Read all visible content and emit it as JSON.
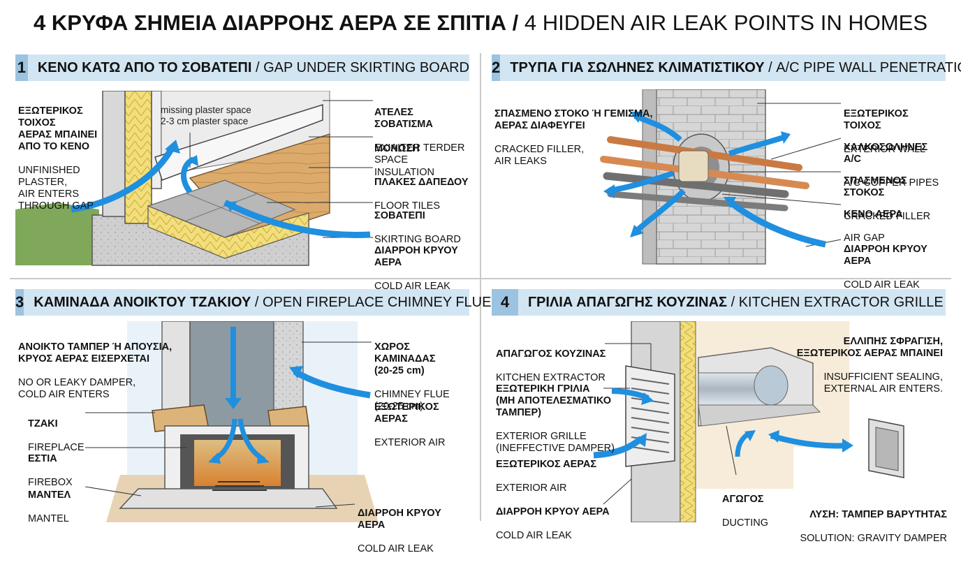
{
  "title": {
    "greek": "4 ΚΡΥΦΑ ΣΗΜΕΙΑ ΔΙΑΡΡΟΗΣ ΑΕΡΑ ΣΕ ΣΠΙΤΙΑ",
    "separator": "/",
    "english": "4 HIDDEN AIR LEAK POINTS IN HOMES"
  },
  "panels": [
    {
      "number": "1",
      "title_greek": "ΚΕΝΟ ΚΑΤΩ ΑΠΟ ΤΟ ΣΟΒΑΤΕΠΙ",
      "title_english": "/ GAP UNDER SKIRTING BOARD",
      "labels": {
        "left_greek": "ΕΞΩΤΕΡΙΚΟΣ\nΤΟΙΧΟΣ\nΑΕΡΑΣ ΜΠΑΙΝΕΙ\nΑΠΟ ΤΟ ΚΕΝΟ",
        "left_english": "UNFINISHED\nPLASTER,\nAIR ENTERS\nTHROUGH GAP",
        "note": "missing plaster space\n2-3 cm plaster space",
        "r1_greek": "ΑΤΕΛΕΣ ΣΟΒΑΤΙΣΜΑ",
        "r1_english": "EXIAITER TERDER SPACE",
        "r2_greek": "ΜΟΝΩΣΗ",
        "r2_english": "INSULATION",
        "r3_greek": "ΠΛΑΚΕΣ ΔΑΠΕΔΟΥ",
        "r3_english": "FLOOR TILES",
        "r4_greek": "ΣΟΒΑΤΕΠΙ",
        "r4_english": "SKIRTING BOARD",
        "r5_greek": "ΔΙΑΡΡΟΗ ΚΡΥΟΥ ΑΕΡΑ",
        "r5_english": "COLD AIR LEAK"
      }
    },
    {
      "number": "2",
      "title_greek": "ΤΡΥΠΑ ΓΙΑ ΣΩΛΗΝΕΣ ΚΛΙΜΑΤΙΣΤΙΚΟΥ",
      "title_english": "/ A/C PIPE WALL PENETRATION",
      "labels": {
        "left_greek": "ΣΠΑΣΜΕΝΟ ΣΤΟΚΟ Ή ΓΕΜΙΣΜΑ,\nΑΕΡΑΣ ΔΙΑΦΕΥΓΕΙ",
        "left_english": "CRACKED FILLER,\nAIR LEAKS",
        "r1_greek": "ΕΞΩΤΕΡΙΚΟΣ ΤΟΙΧΟΣ",
        "r1_english": "EXTERIOR WALL",
        "r2_greek": "ΧΑΛΚΟΣΩΛΗΝΕΣ Α/C",
        "r2_english": "A/C COPPER PIPES",
        "r3_greek": "ΣΠΑΣΜΕΝΟΣ ΣΤΟΚΟΣ",
        "r3_english": "CRACKED FILLER",
        "r4_greek": "ΚΕΝΟ ΑΕΡΑ",
        "r4_english": "AIR GAP",
        "r5_greek": "ΔΙΑΡΡΟΗ ΚΡΥΟΥ ΑΕΡΑ",
        "r5_english": "COLD AIR LEAK"
      }
    },
    {
      "number": "3",
      "title_greek": "ΚΑΜΙΝΑΔΑ ΑΝΟΙΚΤΟΥ ΤΖΑΚΙΟΥ",
      "title_english": "/ OPEN FIREPLACE CHIMNEY FLUE",
      "labels": {
        "left_greek": "ΑΝΟΙΚΤΟ ΤΑΜΠΕΡ Ή ΑΠΟΥΣΙΑ,\nΚΡΥΟΣ ΑΕΡΑΣ ΕΙΣΕΡΧΕΤΑΙ",
        "left_english": "NO OR LEAKY DAMPER,\nCOLD AIR ENTERS",
        "l2_greek": "ΤΖΑΚΙ",
        "l2_english": "FIREPLACE",
        "l3_greek": "ΕΣΤΙΑ",
        "l3_english": "FIREBOX",
        "l4_greek": "ΜΑΝΤΕΛ",
        "l4_english": "MANTEL",
        "r1_greek": "ΧΩΡΟΣ ΚΑΜΙΝΑΔΑΣ\n(20-25 cm)",
        "r1_english": "CHIMNEY FLUE\n(20-25 cm)",
        "r2_greek": "ΕΞΩΤΕΡΙΚΟΣ ΑΕΡΑΣ",
        "r2_english": "EXTERIOR AIR",
        "r3_greek": "ΔΙΑΡΡΟΗ ΚΡΥΟΥ ΑΕΡΑ",
        "r3_english": "COLD AIR LEAK"
      }
    },
    {
      "number": "4",
      "title_greek": "ΓΡΙΛΙΑ ΑΠΑΓΩΓΗΣ ΚΟΥΖΙΝΑΣ",
      "title_english": "/ KITCHEN EXTRACTOR GRILLE",
      "labels": {
        "l1_greek": "ΑΠΑΓΩΓΟΣ ΚΟΥΖΙΝΑΣ",
        "l1_english": "KITCHEN EXTRACTOR",
        "l2_greek": "ΕΞΩΤΕΡΙΚΗ ΓΡΙΛΙΑ\n(ΜΗ ΑΠΟΤΕΛΕΣΜΑΤΙΚΟ\nΤΑΜΠΕΡ)",
        "l2_english": "EXTERIOR GRILLE\n(INEFFECTIVE DAMPER)",
        "l3_greek": "ΕΞΩΤΕΡΙΚΟΣ ΑΕΡΑΣ",
        "l3_english": "EXTERIOR AIR",
        "l4_greek": "ΔΙΑΡΡΟΗ ΚΡΥΟΥ ΑΕΡΑ",
        "l4_english": "COLD AIR LEAK",
        "r1_greek": "ΕΛΛΙΠΗΣ ΣΦΡΑΓΙΣΗ,\nΕΞΩΤΕΡΙΚΟΣ ΑΕΡΑΣ ΜΠΑΙΝΕΙ",
        "r1_english": "INSUFFICIENT SEALING,\nEXTERNAL AIR ENTERS.",
        "duct_greek": "ΑΓΩΓΟΣ",
        "duct_english": "DUCTING",
        "sol_greek": "ΛΥΣΗ: ΤΑΜΠΕΡ ΒΑΡΥΤΗΤΑΣ",
        "sol_english": "SOLUTION: GRAVITY DAMPER"
      }
    }
  ],
  "colors": {
    "header_bg": "#d2e5f2",
    "number_bg": "#9cc3e0",
    "air_arrow": "#1f8fe0",
    "insulation": "#f2de7a",
    "wood": "#d9a463",
    "concrete": "#c8c8c8",
    "divider": "#c9c9c9"
  }
}
